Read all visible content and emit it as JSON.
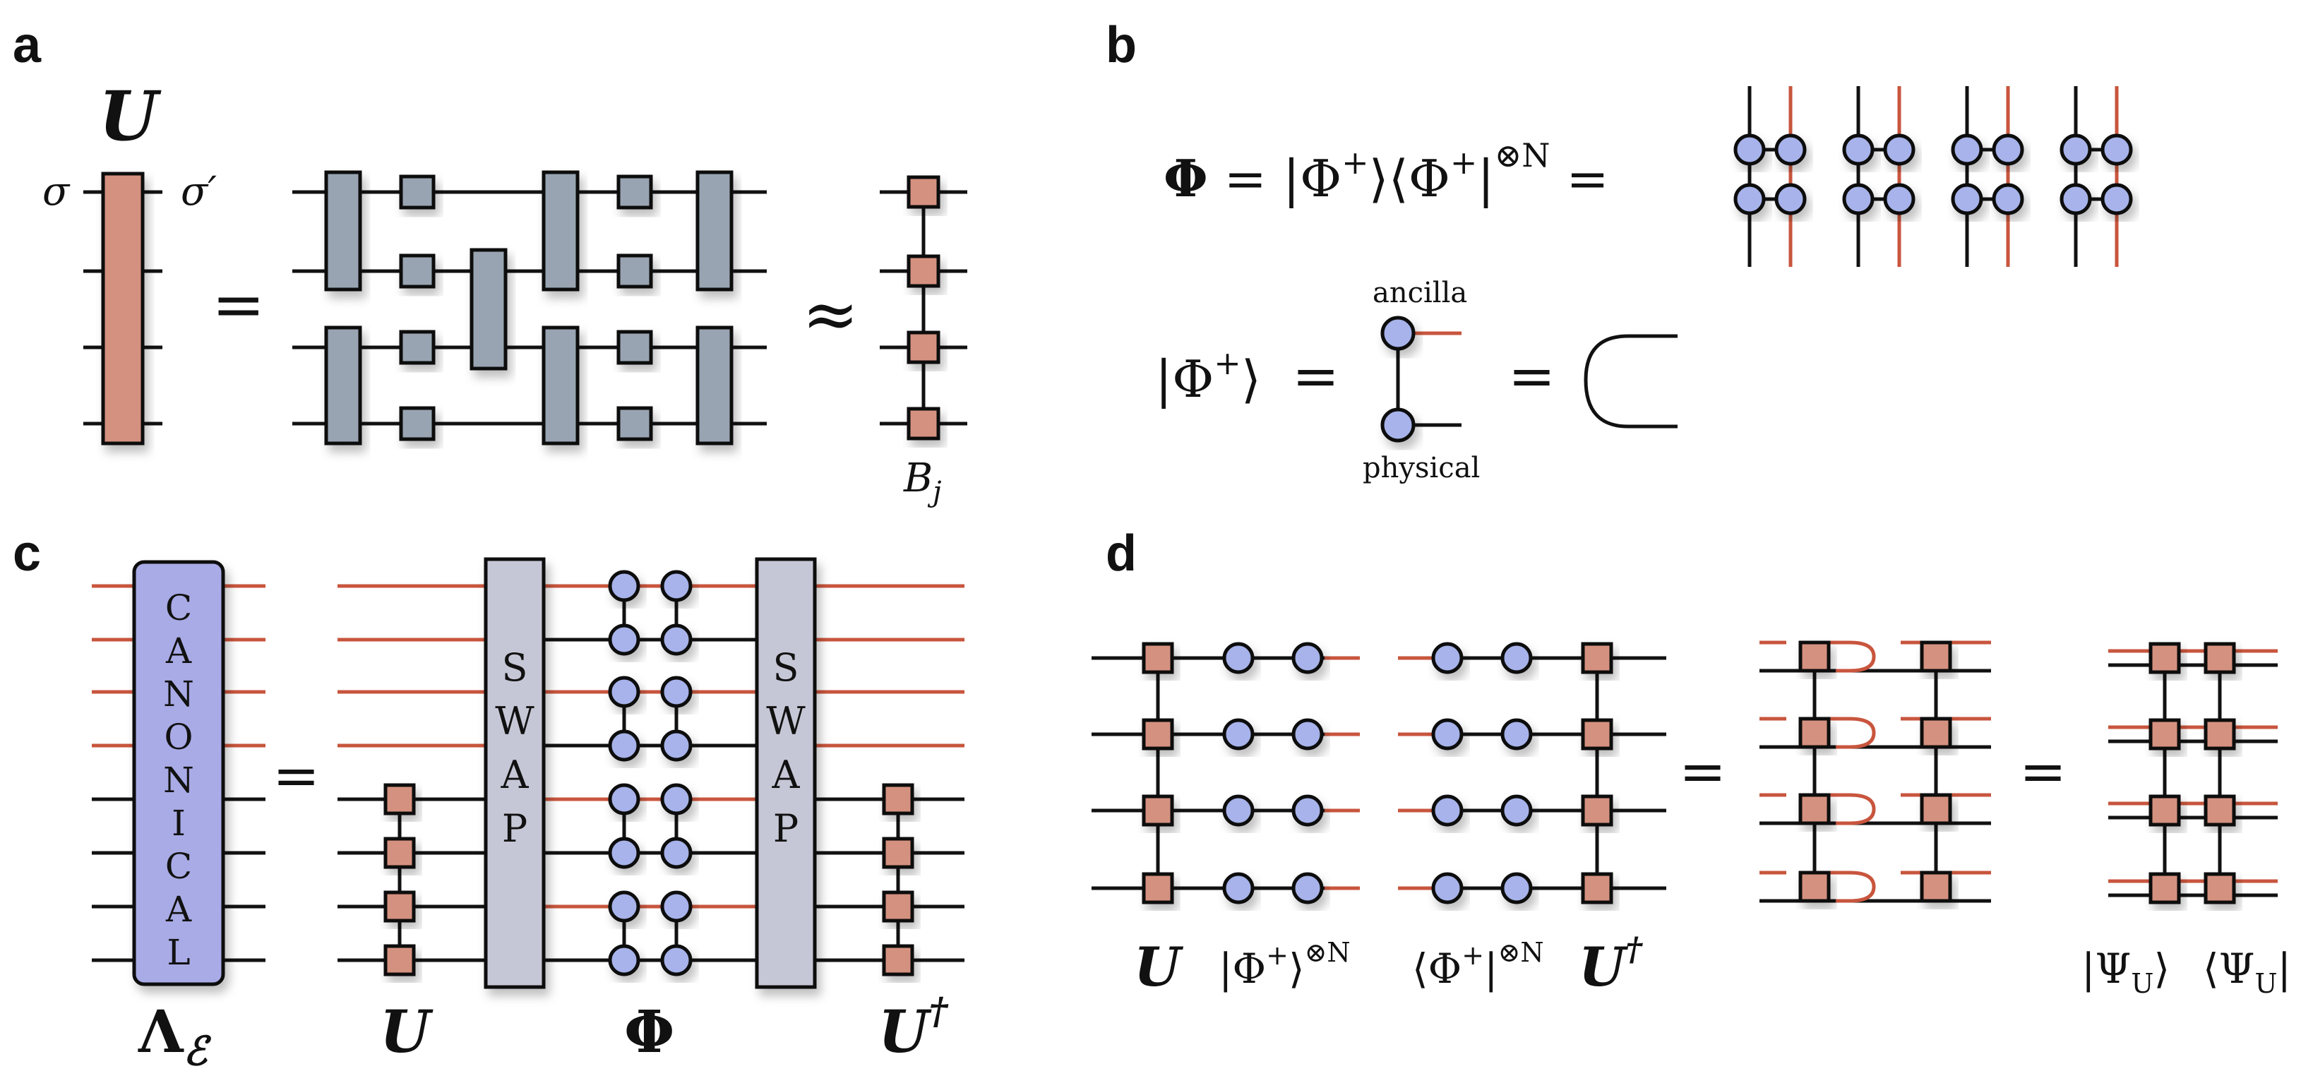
{
  "panels": {
    "a": {
      "label": "a",
      "U": "U",
      "sigma": "σ",
      "sigma_prime": "σ′",
      "equals": "=",
      "approx": "≈",
      "B_base": "B",
      "B_sub": "j"
    },
    "b": {
      "label": "b",
      "phi_bold": "Φ",
      "eq_rest": " = |Φ",
      "sup_plus1": "+",
      "mid": "⟩⟨Φ",
      "sup_plus2": "+",
      "bar": "|",
      "sup_otimes": "⊗N",
      "eq_end": " =",
      "ket_label": "|Φ",
      "ket_sup": "+",
      "ket_close": "⟩",
      "equals1": "=",
      "equals2": "=",
      "ancilla": "ancilla",
      "physical": "physical"
    },
    "c": {
      "label": "c",
      "canonical_letters": [
        "C",
        "A",
        "N",
        "O",
        "N",
        "I",
        "C",
        "A",
        "L"
      ],
      "swap_letters": [
        "S",
        "W",
        "A",
        "P"
      ],
      "equals": "=",
      "lambda": "Λ",
      "lambda_sub": "ℰ",
      "U": "U",
      "Phi": "Φ",
      "U_dag": "U",
      "dag": "†"
    },
    "d": {
      "label": "d",
      "equals1": "=",
      "equals2": "=",
      "U": "U",
      "ket_phi": "|Φ",
      "ket_sup": "+",
      "ket_close": "⟩",
      "otimes1": "⊗N",
      "bra_phi": "⟨Φ",
      "bra_sup": "+",
      "bra_close": "|",
      "otimes2": "⊗N",
      "U_dag": "U",
      "dag": "†",
      "psi_ket": "|Ψ",
      "psi_ket_close": "⟩",
      "psi_bra": "⟨Ψ",
      "psi_bra_close": "|",
      "psi_sub": "U"
    }
  },
  "colors": {
    "gate_gray": "#98a4b1",
    "gate_red": "#d5917f",
    "circle_blue": "#a7b3ea",
    "canonical": "#a9abe6",
    "swap": "#c6c7d6",
    "wire_red": "#c8553d"
  }
}
